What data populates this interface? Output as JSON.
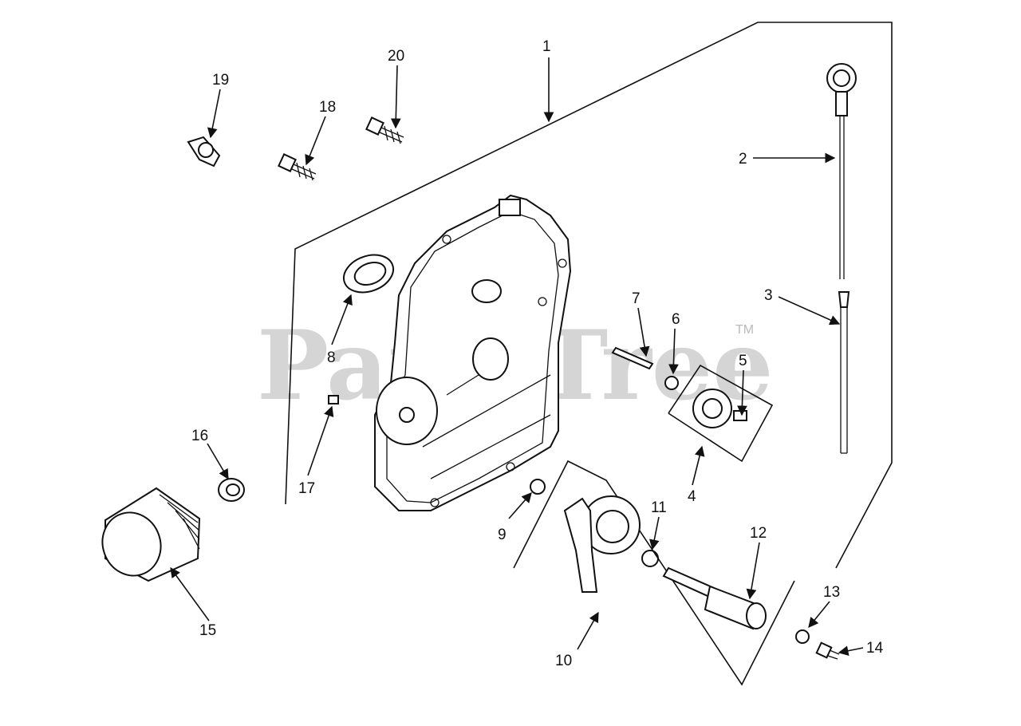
{
  "watermark": {
    "text": "PartsTree",
    "mark": "TM"
  },
  "callouts": [
    "1",
    "2",
    "3",
    "4",
    "5",
    "6",
    "7",
    "8",
    "9",
    "10",
    "11",
    "12",
    "13",
    "14",
    "15",
    "16",
    "17",
    "18",
    "19",
    "20"
  ],
  "colors": {
    "ink": "#111111",
    "watermark": "#c8c8c8",
    "background": "#ffffff"
  }
}
